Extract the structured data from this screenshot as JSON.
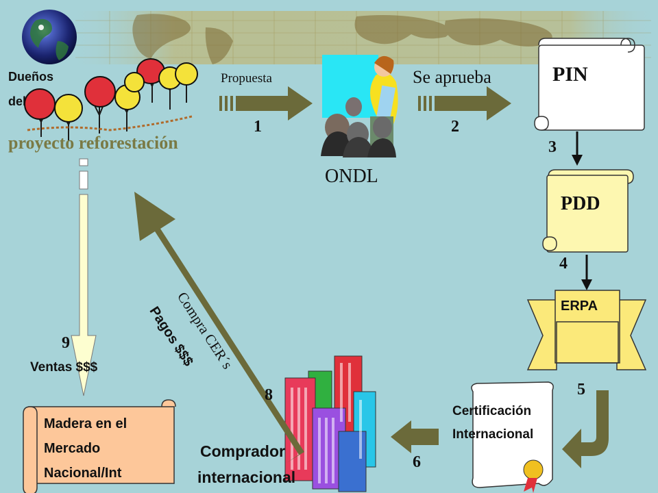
{
  "labels": {
    "owners_line1": "Dueños",
    "owners_line2": "del",
    "project": "proyecto reforestación",
    "propuesta": "Propuesta",
    "step1": "1",
    "se_aprueba": "Se aprueba",
    "step2": "2",
    "ondl": "ONDL",
    "pin": "PIN",
    "step3": "3",
    "pdd": "PDD",
    "step4": "4",
    "erpa": "ERPA",
    "step5": "5",
    "cert_line1": "Certificación",
    "cert_line2": "Internacional",
    "step6": "6",
    "comprador_line1": "Comprador",
    "comprador_line2": "internacional",
    "step8": "8",
    "compra": "Compra CER´s",
    "pagos": "Pagos $$$",
    "step9": "9",
    "ventas": "Ventas $$$",
    "madera_line1": "Madera en el",
    "madera_line2": "Mercado",
    "madera_line3": "Nacional/Int"
  },
  "colors": {
    "background": "#a7d3d8",
    "arrow_olive": "#6b6a3a",
    "pin_doc": "#ffffff",
    "pdd_doc": "#fdf7b0",
    "erpa_banner": "#fbe97a",
    "madera_doc": "#fdc79a",
    "project_text": "#7a7a45"
  }
}
